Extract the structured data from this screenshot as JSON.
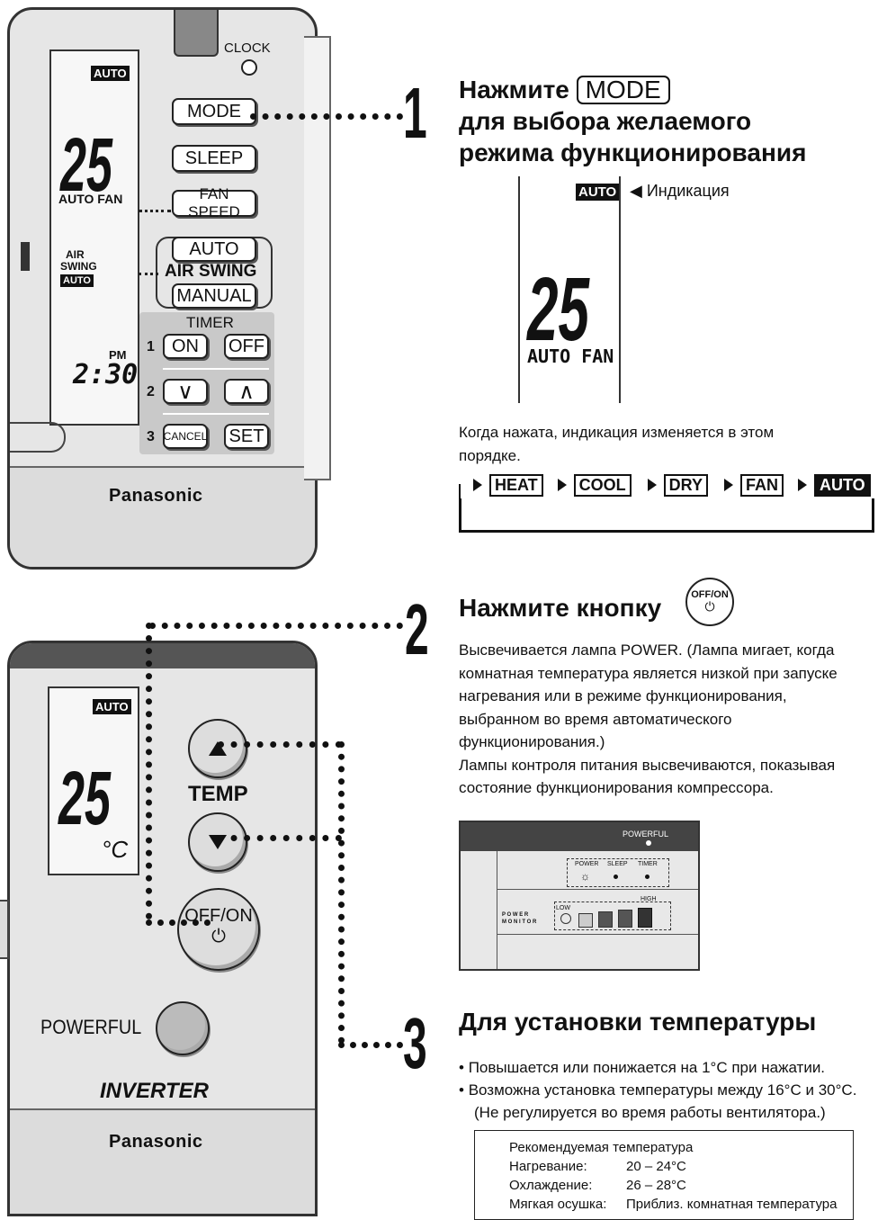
{
  "remote1": {
    "clock_label": "CLOCK",
    "lcd": {
      "mode_tag": "AUTO",
      "temp": "25",
      "fan": "AUTO FAN",
      "air": "AIR",
      "swing": "SWING",
      "swing_tag": "AUTO",
      "pm": "PM",
      "time": "2:30"
    },
    "buttons": {
      "mode": "MODE",
      "sleep": "SLEEP",
      "fan_speed": "FAN SPEED",
      "auto": "AUTO",
      "air_swing": "AIR SWING",
      "manual": "MANUAL"
    },
    "timer": {
      "title": "TIMER",
      "n1": "1",
      "on": "ON",
      "off": "OFF",
      "n2": "2",
      "down": "∨",
      "up": "∧",
      "n3": "3",
      "cancel": "CANCEL",
      "set": "SET"
    },
    "brand": "Panasonic"
  },
  "step1": {
    "number": "1",
    "press": "Нажмите",
    "mode_btn": "MODE",
    "line2": "для выбора желаемого",
    "line3": "режима функционирования",
    "lcd_tag": "AUTO",
    "indication": "◀ Индикация",
    "lcd_temp": "25",
    "lcd_fan": "AUTO FAN",
    "desc1": "Когда нажата, индикация изменяется в этом",
    "desc2": "порядке.",
    "sequence": [
      "HEAT",
      "COOL",
      "DRY",
      "FAN",
      "AUTO"
    ]
  },
  "step2": {
    "number": "2",
    "title": "Нажмите кнопку",
    "offon_top": "OFF/ON",
    "offon_sym": "⏻",
    "lines": [
      "Высвечивается лампа POWER. (Лампа мигает, когда",
      "комнатная температура является низкой при запуске",
      "нагревания или в режиме функционирования,",
      "выбранном во время автоматического",
      "функционирования.)",
      "Лампы контроля питания высвечиваются, показывая",
      "состояние функционирования компрессора."
    ],
    "panel": {
      "powerful": "POWERFUL",
      "power": "POWER",
      "sleep": "SLEEP",
      "timer": "TIMER",
      "low": "LOW",
      "high": "HIGH",
      "monitor_top": "P O W E R",
      "monitor_bottom": "M O N I T O R"
    }
  },
  "remote2": {
    "lcd": {
      "mode_tag": "AUTO",
      "temp": "25",
      "unit": "°C"
    },
    "temp_label": "TEMP",
    "offon": "OFF/ON",
    "offon_sym": "⏻",
    "powerful": "POWERFUL",
    "inverter": "INVERTER",
    "brand": "Panasonic"
  },
  "step3": {
    "number": "3",
    "title": "Для установки температуры",
    "bullets": [
      "Повышается или понижается на 1°С при нажатии.",
      "Возможна установка температуры между 16°С и 30°С."
    ],
    "note": "(Не регулируется во время работы вентилятора.)",
    "reco": {
      "title": "Рекомендуемая температура",
      "rows": [
        {
          "label": "Нагревание:",
          "value": "20 – 24°С"
        },
        {
          "label": "Охлаждение:",
          "value": "26 – 28°С"
        },
        {
          "label": "Мягкая осушка:",
          "value": "Приблиз. комнатная температура"
        }
      ]
    }
  }
}
